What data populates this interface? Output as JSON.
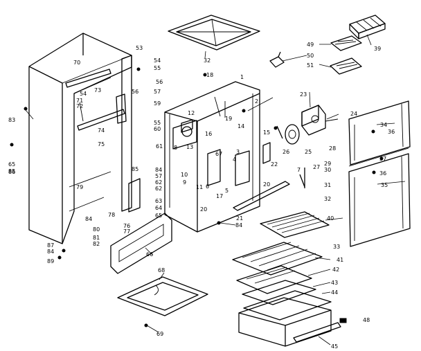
{
  "diagram": {
    "callouts": {
      "c1": "1",
      "c2": "2",
      "c3": "3",
      "c4": "4",
      "c5": "5",
      "c6": "6",
      "c7": "7",
      "c8": "8",
      "c9": "9",
      "c10": "10",
      "c11": "11",
      "c12": "12",
      "c13": "13",
      "c14": "14",
      "c15": "15",
      "c16": "16",
      "c17": "17",
      "c18": "18",
      "c19": "19",
      "c20": "20",
      "c20b": "20",
      "c21": "21",
      "c22": "22",
      "c23": "23",
      "c24": "24",
      "c25": "25",
      "c26": "26",
      "c27": "27",
      "c28": "28",
      "c29": "29",
      "c30": "30",
      "c31": "31",
      "c32": "32",
      "c32b": "32",
      "c33": "33",
      "c34": "34",
      "c35": "35",
      "c36a": "36",
      "c36b": "36",
      "c37": "37",
      "c39": "39",
      "c40": "40",
      "c41": "41",
      "c42": "42",
      "c43": "43",
      "c44": "44",
      "c45": "45",
      "c48": "48",
      "c49": "49",
      "c50": "50",
      "c51": "51",
      "c53": "53",
      "c54a": "54",
      "c54b": "54",
      "c55": "55",
      "c56a": "56",
      "c56b": "56",
      "c57a": "57",
      "c57b": "57",
      "c59": "59",
      "c60": "60",
      "c61": "61",
      "c62a": "62",
      "c62b": "62",
      "c63": "63",
      "c64": "64",
      "c65a": "65",
      "c65b": "65",
      "c66": "66",
      "c67": "67",
      "c68": "68",
      "c69": "69",
      "c70": "70",
      "c71": "71",
      "c72": "72",
      "c73": "73",
      "c74": "74",
      "c75": "75",
      "c76": "76",
      "c77": "77",
      "c78": "78",
      "c79": "79",
      "c80": "80",
      "c81": "81",
      "c82": "82",
      "c83": "83",
      "c84a": "84",
      "c84b": "84",
      "c84c": "84",
      "c85a": "85",
      "c85b": "85",
      "c86": "86",
      "c87": "87",
      "c89": "89"
    }
  }
}
